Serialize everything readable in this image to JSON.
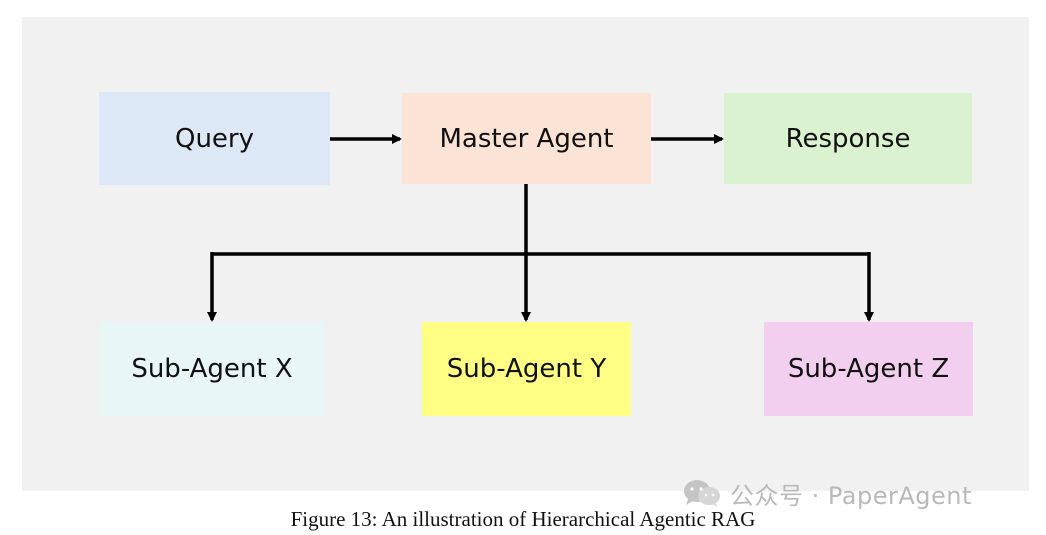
{
  "diagram": {
    "nodes": [
      {
        "id": "query",
        "label": "Query",
        "fill": "#dce8f6"
      },
      {
        "id": "master",
        "label": "Master Agent",
        "fill": "#fbe3d5"
      },
      {
        "id": "response",
        "label": "Response",
        "fill": "#daf2d0"
      },
      {
        "id": "subx",
        "label": "Sub-Agent X",
        "fill": "#e8f6f5"
      },
      {
        "id": "suby",
        "label": "Sub-Agent Y",
        "fill": "#fdfe83"
      },
      {
        "id": "subz",
        "label": "Sub-Agent Z",
        "fill": "#f2cfee"
      }
    ],
    "edges": [
      {
        "from": "query",
        "to": "master"
      },
      {
        "from": "master",
        "to": "response"
      },
      {
        "from": "master",
        "to": "subx"
      },
      {
        "from": "master",
        "to": "suby"
      },
      {
        "from": "master",
        "to": "subz"
      }
    ],
    "edge_color": "#000000",
    "background": "#f1f1f1"
  },
  "caption": "Figure 13: An illustration of Hierarchical Agentic RAG",
  "watermark": {
    "text": "公众号 · PaperAgent",
    "icon": "wechat-icon",
    "color": "#b9b9b9"
  }
}
